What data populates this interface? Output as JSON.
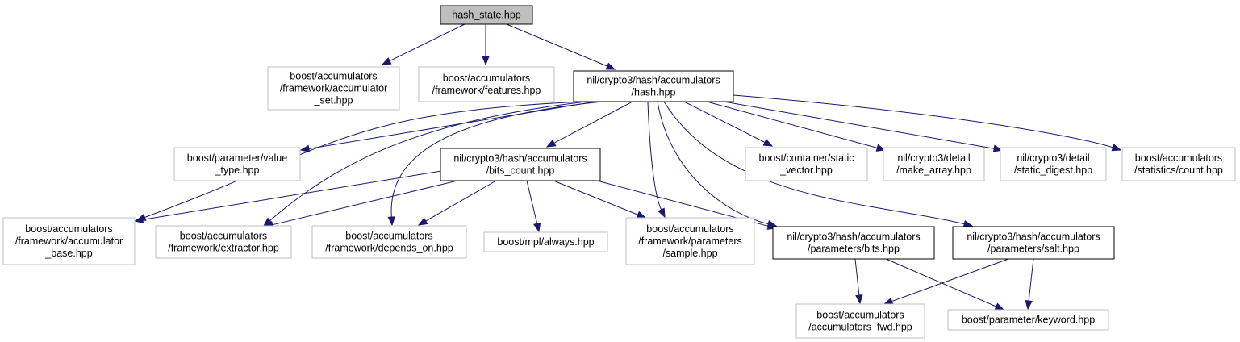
{
  "colors": {
    "edge": "#191970",
    "root_fill": "#bfbfbf",
    "documented_border": "#000000",
    "external_border": "#bfbfbf",
    "node_fill": "#ffffff"
  },
  "nodes": [
    {
      "id": "hash_state",
      "lines": [
        "hash_state.hpp"
      ],
      "kind": "root"
    },
    {
      "id": "acc_set",
      "lines": [
        "boost/accumulators",
        "/framework/accumulator",
        "_set.hpp"
      ],
      "kind": "external"
    },
    {
      "id": "features",
      "lines": [
        "boost/accumulators",
        "/framework/features.hpp"
      ],
      "kind": "external"
    },
    {
      "id": "hash",
      "lines": [
        "nil/crypto3/hash/accumulators",
        "/hash.hpp"
      ],
      "kind": "documented"
    },
    {
      "id": "value_type",
      "lines": [
        "boost/parameter/value",
        "_type.hpp"
      ],
      "kind": "external"
    },
    {
      "id": "bits_count",
      "lines": [
        "nil/crypto3/hash/accumulators",
        "/bits_count.hpp"
      ],
      "kind": "documented"
    },
    {
      "id": "static_vector",
      "lines": [
        "boost/container/static",
        "_vector.hpp"
      ],
      "kind": "external"
    },
    {
      "id": "make_array",
      "lines": [
        "nil/crypto3/detail",
        "/make_array.hpp"
      ],
      "kind": "external"
    },
    {
      "id": "static_digest",
      "lines": [
        "nil/crypto3/detail",
        "/static_digest.hpp"
      ],
      "kind": "external"
    },
    {
      "id": "count",
      "lines": [
        "boost/accumulators",
        "/statistics/count.hpp"
      ],
      "kind": "external"
    },
    {
      "id": "acc_base",
      "lines": [
        "boost/accumulators",
        "/framework/accumulator",
        "_base.hpp"
      ],
      "kind": "external"
    },
    {
      "id": "extractor",
      "lines": [
        "boost/accumulators",
        "/framework/extractor.hpp"
      ],
      "kind": "external"
    },
    {
      "id": "depends_on",
      "lines": [
        "boost/accumulators",
        "/framework/depends_on.hpp"
      ],
      "kind": "external"
    },
    {
      "id": "always",
      "lines": [
        "boost/mpl/always.hpp"
      ],
      "kind": "external"
    },
    {
      "id": "sample",
      "lines": [
        "boost/accumulators",
        "/framework/parameters",
        "/sample.hpp"
      ],
      "kind": "external"
    },
    {
      "id": "bits",
      "lines": [
        "nil/crypto3/hash/accumulators",
        "/parameters/bits.hpp"
      ],
      "kind": "documented"
    },
    {
      "id": "salt",
      "lines": [
        "nil/crypto3/hash/accumulators",
        "/parameters/salt.hpp"
      ],
      "kind": "documented"
    },
    {
      "id": "acc_fwd",
      "lines": [
        "boost/accumulators",
        "/accumulators_fwd.hpp"
      ],
      "kind": "external"
    },
    {
      "id": "keyword",
      "lines": [
        "boost/parameter/keyword.hpp"
      ],
      "kind": "external"
    }
  ],
  "edges": [
    {
      "from": "hash_state",
      "to": "acc_set"
    },
    {
      "from": "hash_state",
      "to": "features"
    },
    {
      "from": "hash_state",
      "to": "hash"
    },
    {
      "from": "hash",
      "to": "value_type"
    },
    {
      "from": "hash",
      "to": "bits_count"
    },
    {
      "from": "hash",
      "to": "static_vector"
    },
    {
      "from": "hash",
      "to": "make_array"
    },
    {
      "from": "hash",
      "to": "static_digest"
    },
    {
      "from": "hash",
      "to": "count"
    },
    {
      "from": "hash",
      "to": "acc_base"
    },
    {
      "from": "hash",
      "to": "extractor"
    },
    {
      "from": "hash",
      "to": "depends_on"
    },
    {
      "from": "hash",
      "to": "sample"
    },
    {
      "from": "hash",
      "to": "bits"
    },
    {
      "from": "hash",
      "to": "salt"
    },
    {
      "from": "bits_count",
      "to": "acc_base"
    },
    {
      "from": "bits_count",
      "to": "extractor"
    },
    {
      "from": "bits_count",
      "to": "depends_on"
    },
    {
      "from": "bits_count",
      "to": "always"
    },
    {
      "from": "bits_count",
      "to": "sample"
    },
    {
      "from": "bits_count",
      "to": "bits"
    },
    {
      "from": "bits",
      "to": "acc_fwd"
    },
    {
      "from": "bits",
      "to": "keyword"
    },
    {
      "from": "salt",
      "to": "acc_fwd"
    },
    {
      "from": "salt",
      "to": "keyword"
    }
  ]
}
